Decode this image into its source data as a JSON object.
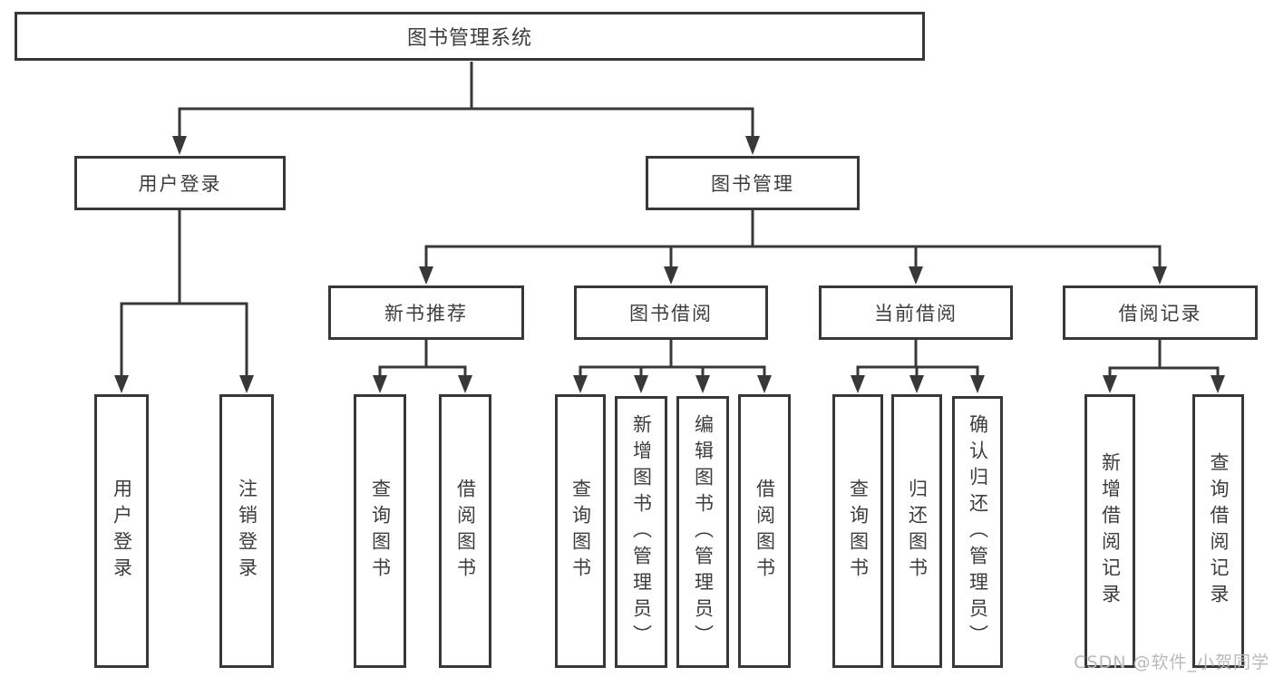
{
  "tree": {
    "label": "图书管理系统",
    "children": [
      {
        "label": "用户登录",
        "children": [
          {
            "label": "用户登录"
          },
          {
            "label": "注销登录"
          }
        ]
      },
      {
        "label": "图书管理",
        "children": [
          {
            "label": "新书推荐",
            "children": [
              {
                "label": "查询图书"
              },
              {
                "label": "借阅图书"
              }
            ]
          },
          {
            "label": "图书借阅",
            "children": [
              {
                "label": "查询图书"
              },
              {
                "label": "新增图书（管理员）"
              },
              {
                "label": "编辑图书（管理员）"
              },
              {
                "label": "借阅图书"
              }
            ]
          },
          {
            "label": "当前借阅",
            "children": [
              {
                "label": "查询图书"
              },
              {
                "label": "归还图书"
              },
              {
                "label": "确认归还（管理员）"
              }
            ]
          },
          {
            "label": "借阅记录",
            "children": [
              {
                "label": "新增借阅记录"
              },
              {
                "label": "查询借阅记录"
              }
            ]
          }
        ]
      }
    ]
  },
  "watermark": {
    "text": "CSDN @软件_小贺同学"
  },
  "colors": {
    "line": "#383838",
    "text": "#3d3d3d",
    "watermark": "#b9b9b9",
    "background": "#ffffff"
  }
}
